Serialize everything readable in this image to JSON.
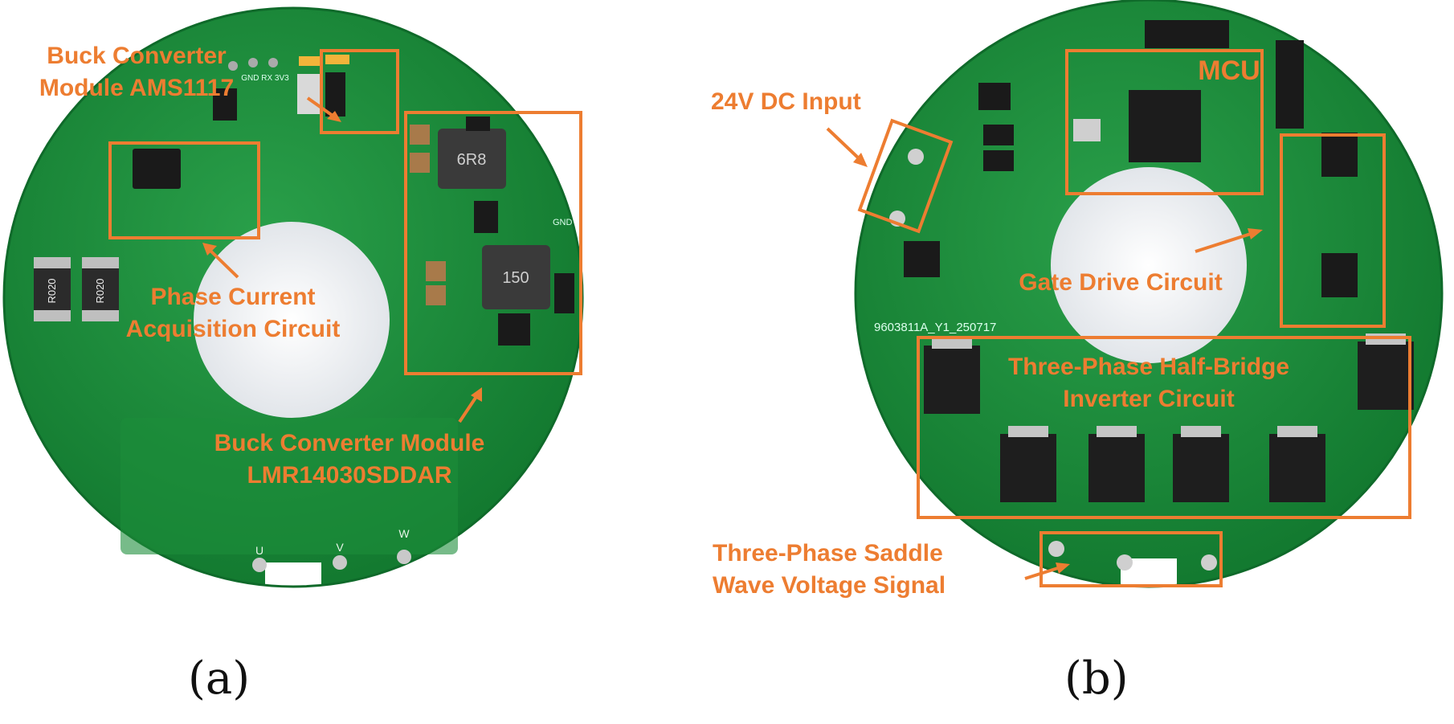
{
  "colors": {
    "accent": "#ED7D31",
    "pcb_green": "#1f8a3a",
    "board_hole": "#eef0f3"
  },
  "panel_a": {
    "caption": "(a)",
    "labels": {
      "buck_ams": [
        "Buck Converter",
        "Module AMS1117"
      ],
      "phase_current": [
        "Phase Current",
        "Acquisition Circuit"
      ],
      "buck_lmr": [
        "Buck Converter Module",
        "LMR14030SDDAR"
      ]
    },
    "silkscreen": {
      "ind1": "6R8",
      "ind2": "150",
      "res1": "R020",
      "res2": "R020",
      "u": "U",
      "v": "V",
      "w": "W",
      "gnd": "GND",
      "pins": "GND  RX  3V3"
    }
  },
  "panel_b": {
    "caption": "(b)",
    "labels": {
      "dc_input": "24V DC Input",
      "mcu": "MCU",
      "gate_drive": "Gate Drive Circuit",
      "inverter": [
        "Three-Phase Half-Bridge",
        "Inverter Circuit"
      ],
      "saddle_wave": [
        "Three-Phase Saddle",
        "Wave Voltage Signal"
      ]
    },
    "silkscreen": {
      "board_id": "9603811A_Y1_250717"
    }
  }
}
